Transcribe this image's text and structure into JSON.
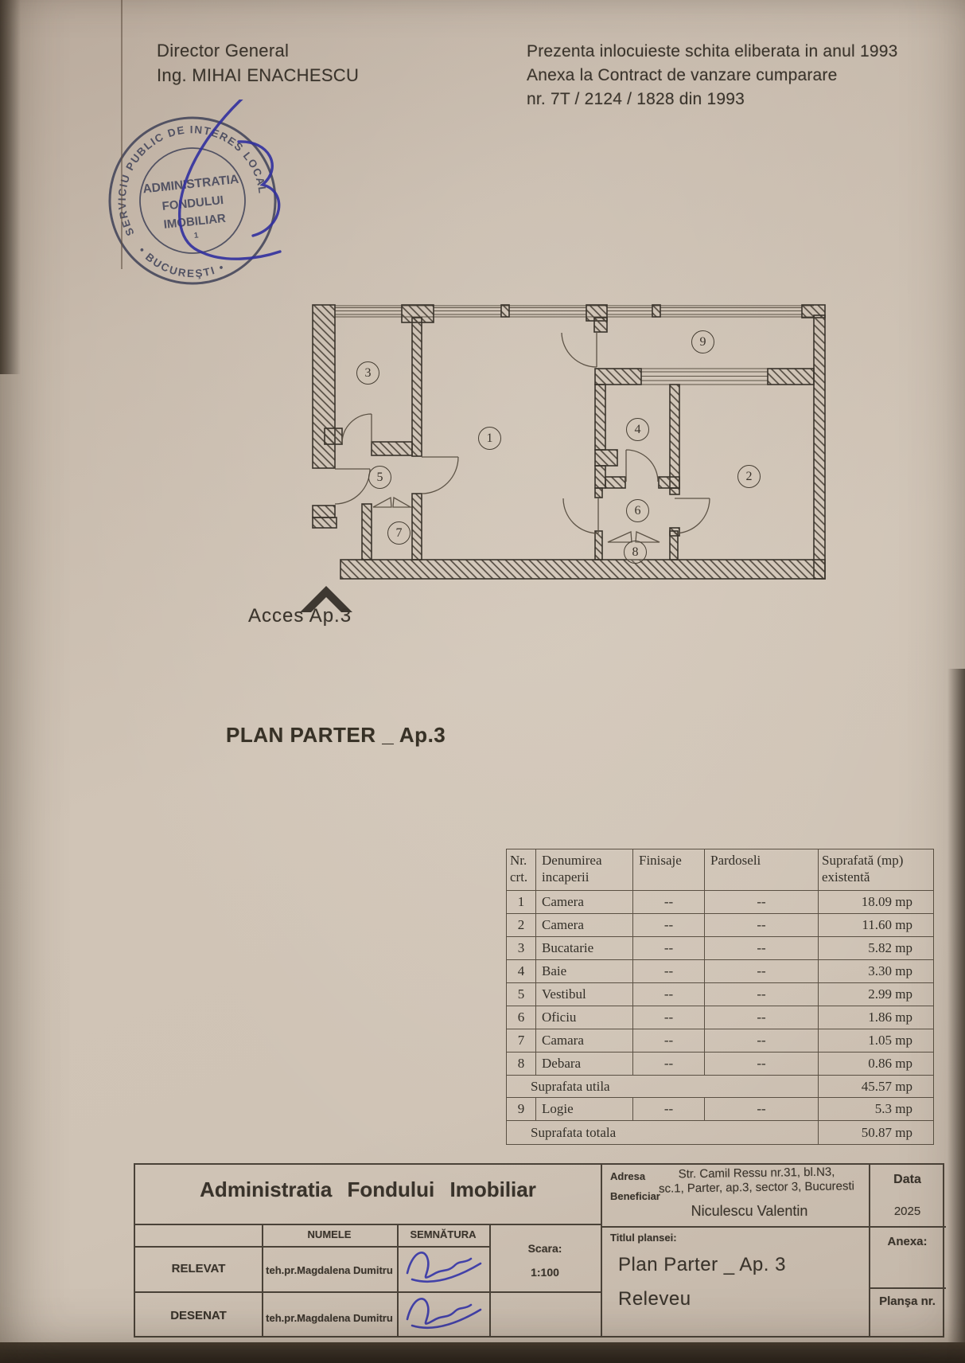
{
  "header": {
    "director_title": "Director General",
    "director_name": "Ing. MIHAI ENACHESCU",
    "note_lines": [
      "Prezenta inlocuieste schita eliberata in anul 1993",
      "Anexa la Contract de vanzare cumparare",
      "nr. 7T / 2124 / 1828 din 1993"
    ]
  },
  "stamp": {
    "ring_top": "SERVICIU PUBLIC DE INTERES LOCAL",
    "ring_bottom": "• BUCUREŞTI •",
    "center_line1": "ADMINISTRATIA",
    "center_line2": "FONDULUI",
    "center_line3": "IMOBILIAR",
    "center_line4": "1",
    "ink_color": "#43455a"
  },
  "plan": {
    "rooms": [
      "1",
      "2",
      "3",
      "4",
      "5",
      "6",
      "7",
      "8",
      "9"
    ],
    "access_label": "Acces Ap.3",
    "caption": "PLAN PARTER _ Ap.3"
  },
  "table": {
    "header": {
      "nr": "Nr.",
      "nr2": "crt.",
      "den": "Denumirea",
      "den2": "incaperii",
      "fin": "Finisaje",
      "par": "Pardoseli",
      "sup": "Suprafată  (mp)",
      "sup2": "existentă"
    },
    "rows": [
      {
        "nr": "1",
        "name": "Camera",
        "fin": "--",
        "par": "--",
        "sup": "18.09 mp"
      },
      {
        "nr": "2",
        "name": "Camera",
        "fin": "--",
        "par": "--",
        "sup": "11.60 mp"
      },
      {
        "nr": "3",
        "name": "Bucatarie",
        "fin": "--",
        "par": "--",
        "sup": "5.82 mp"
      },
      {
        "nr": "4",
        "name": "Baie",
        "fin": "--",
        "par": "--",
        "sup": "3.30 mp"
      },
      {
        "nr": "5",
        "name": "Vestibul",
        "fin": "--",
        "par": "--",
        "sup": "2.99 mp"
      },
      {
        "nr": "6",
        "name": "Oficiu",
        "fin": "--",
        "par": "--",
        "sup": "1.86 mp"
      },
      {
        "nr": "7",
        "name": "Camara",
        "fin": "--",
        "par": "--",
        "sup": "1.05 mp"
      },
      {
        "nr": "8",
        "name": "Debara",
        "fin": "--",
        "par": "--",
        "sup": "0.86 mp"
      }
    ],
    "subtotal": {
      "label": "Suprafata utila",
      "value": "45.57 mp"
    },
    "logie_row": {
      "nr": "9",
      "name": "Logie",
      "fin": "--",
      "par": "--",
      "sup": "5.3 mp"
    },
    "total": {
      "label": "Suprafata totala",
      "value": "50.87 mp"
    }
  },
  "title_block": {
    "org": "Administratia  Fondului  Imobiliar",
    "numele": "NUMELE",
    "semnatura": "SEMNĂTURA",
    "relevat": "RELEVAT",
    "relevat_name": "teh.pr.Magdalena Dumitru",
    "desenat": "DESENAT",
    "desenat_name": "teh.pr.Magdalena Dumitru",
    "scara_label": "Scara:",
    "scara_value": "1:100",
    "adresa_label": "Adresa",
    "beneficiar_label": "Beneficiar",
    "adresa_line1": "Str. Camil Ressu nr.31, bl.N3,",
    "adresa_line2": "sc.1, Parter, ap.3, sector 3, Bucuresti",
    "beneficiar_name": "Niculescu Valentin",
    "data_label": "Data",
    "data_value": "2025",
    "titlu_label": "Titlul plansei:",
    "titlu_line1": "Plan Parter _ Ap. 3",
    "titlu_line2": "Releveu",
    "anexa_label": "Anexa:",
    "plansa_label": "Planşa nr."
  }
}
